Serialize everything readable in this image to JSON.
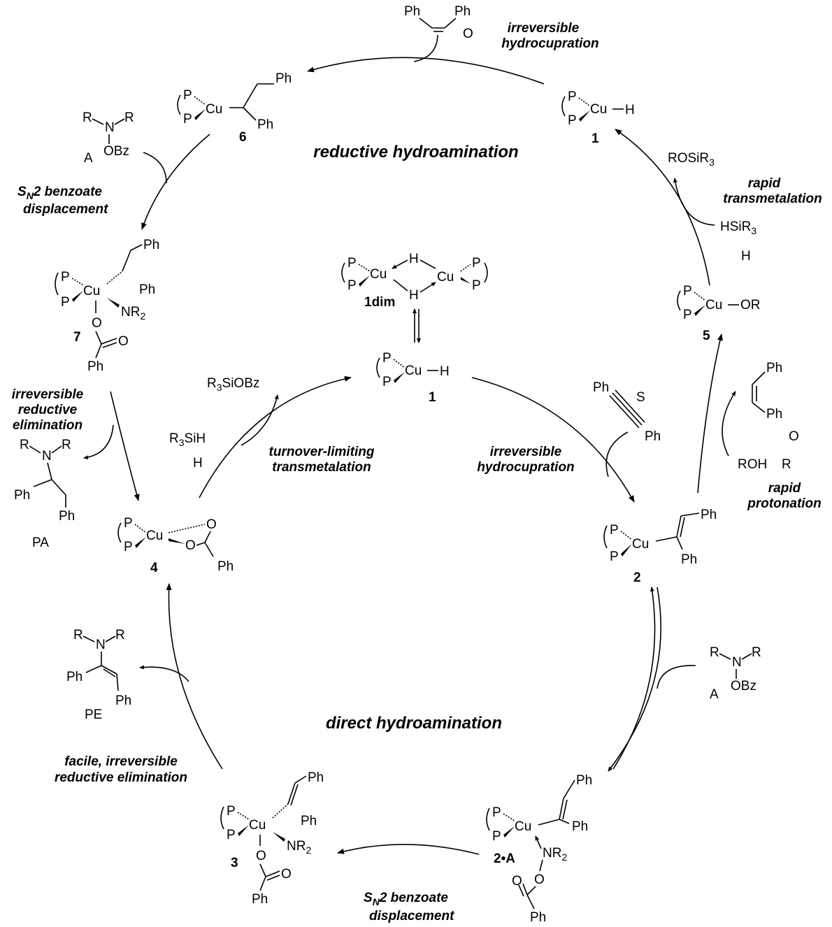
{
  "cycles": {
    "upper": "reductive hydroamination",
    "lower": "direct hydroamination"
  },
  "steps": {
    "hydrocupration_top": [
      "irreversible",
      "hydrocupration"
    ],
    "transmetalation_rapid": [
      "rapid",
      "transmetalation"
    ],
    "protonation_rapid": [
      "rapid",
      "protonation"
    ],
    "sn2_top": [
      "S",
      "N",
      "2 benzoate",
      "displacement"
    ],
    "reductive_elim_upper": [
      "irreversible",
      "reductive",
      "elimination"
    ],
    "turnover_limiting": [
      "turnover-limiting",
      "transmetalation"
    ],
    "hydrocupration_center": [
      "irreversible",
      "hydrocupration"
    ],
    "reductive_elim_lower": [
      "facile, irreversible",
      "reductive elimination"
    ],
    "sn2_bottom": [
      "S",
      "N",
      "2 benzoate",
      "displacement"
    ]
  },
  "compounds": {
    "c1_top": "1",
    "c1_center": "1",
    "c1dim": "1dim",
    "c2": "2",
    "c2A": "2•A",
    "c3": "3",
    "c4": "4",
    "c5": "5",
    "c6": "6",
    "c7": "7"
  },
  "reagents": {
    "stilbene_O": "O",
    "alkyne_S": "S",
    "stilbene_right_O": "O",
    "ROH": "ROH",
    "R_tag": "R",
    "HSiR3": "HSiR",
    "H_tag_right": "H",
    "ROSiR3": "ROSiR",
    "R3SiOBz": "R",
    "R3SiH": "R",
    "H_tag_left": "H",
    "A_top": "A",
    "A_right": "A",
    "PA": "PA",
    "PE": "PE"
  },
  "atoms": {
    "P": "P",
    "Cu": "Cu",
    "H": "H",
    "Ph": "Ph",
    "O": "O",
    "N": "N",
    "R": "R",
    "OBz": "OBz",
    "OR": "OR",
    "NR2": "NR",
    "sub2": "2",
    "sub3": "3",
    "SiOBz": "SiOBz",
    "SiH": "SiH"
  }
}
